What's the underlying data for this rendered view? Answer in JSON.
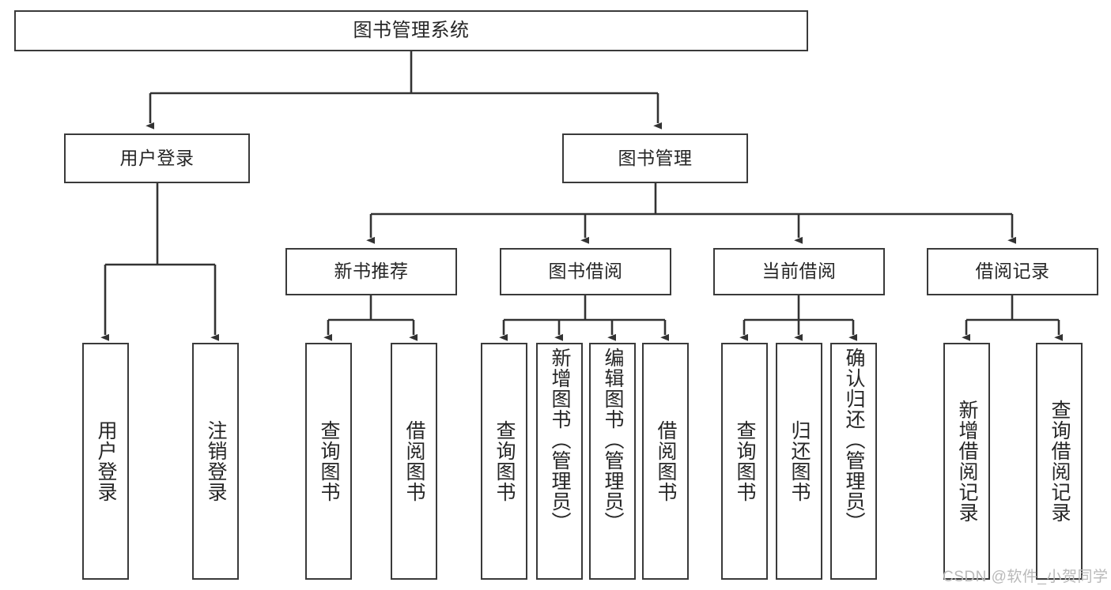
{
  "diagram": {
    "title": "图书管理系统",
    "type": "tree-hierarchy-diagram",
    "colors": {
      "box_border": "#3a3a3a",
      "box_fill": "#ffffff",
      "connector": "#333333",
      "text": "#262626",
      "watermark": "#b9b9b9",
      "background": "#ffffff"
    },
    "root": {
      "label": "图书管理系统",
      "orientation": "horizontal"
    },
    "level2": [
      {
        "label": "用户登录",
        "orientation": "horizontal"
      },
      {
        "label": "图书管理",
        "orientation": "horizontal"
      }
    ],
    "level3": [
      {
        "label": "新书推荐",
        "orientation": "horizontal"
      },
      {
        "label": "图书借阅",
        "orientation": "horizontal"
      },
      {
        "label": "当前借阅",
        "orientation": "horizontal"
      },
      {
        "label": "借阅记录",
        "orientation": "horizontal"
      }
    ],
    "leaves": {
      "user_login": [
        {
          "label": "用户登录",
          "orientation": "vertical"
        },
        {
          "label": "注销登录",
          "orientation": "vertical"
        }
      ],
      "new_book_recommend": [
        {
          "label": "查询图书",
          "orientation": "vertical"
        },
        {
          "label": "借阅图书",
          "orientation": "vertical"
        }
      ],
      "book_borrow": [
        {
          "label": "查询图书",
          "orientation": "vertical"
        },
        {
          "label": "新增图书（管理员）",
          "orientation": "vertical"
        },
        {
          "label": "编辑图书（管理员）",
          "orientation": "vertical"
        },
        {
          "label": "借阅图书",
          "orientation": "vertical"
        }
      ],
      "current_borrow": [
        {
          "label": "查询图书",
          "orientation": "vertical"
        },
        {
          "label": "归还图书",
          "orientation": "vertical"
        },
        {
          "label": "确认归还（管理员）",
          "orientation": "vertical"
        }
      ],
      "borrow_record": [
        {
          "label": "新增借阅记录",
          "orientation": "vertical"
        },
        {
          "label": "查询借阅记录",
          "orientation": "vertical"
        }
      ]
    },
    "watermark": "CSDN @软件_小贺同学"
  }
}
